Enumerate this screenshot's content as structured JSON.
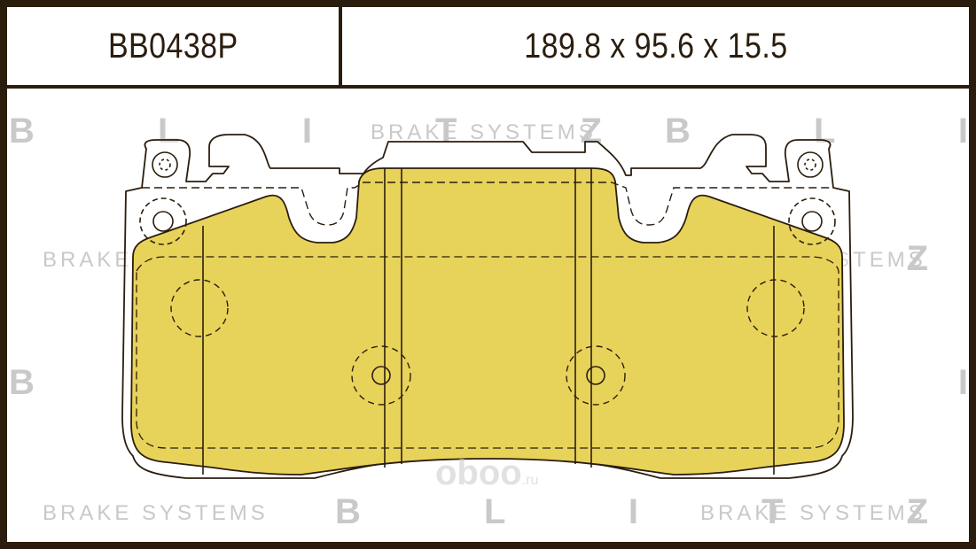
{
  "header": {
    "part_number": "BB0438P",
    "dimensions": "189.8 x 95.6 x 15.5"
  },
  "watermarks": {
    "brand": "B L I T Z",
    "tagline": "BRAKE SYSTEMS",
    "site_main": "oboo",
    "site_suffix": ".ru"
  },
  "colors": {
    "border": "#2b1d0e",
    "pad_fill": "#e8d35a",
    "outline": "#2b1d0e",
    "watermark": "#c9c9c9"
  }
}
